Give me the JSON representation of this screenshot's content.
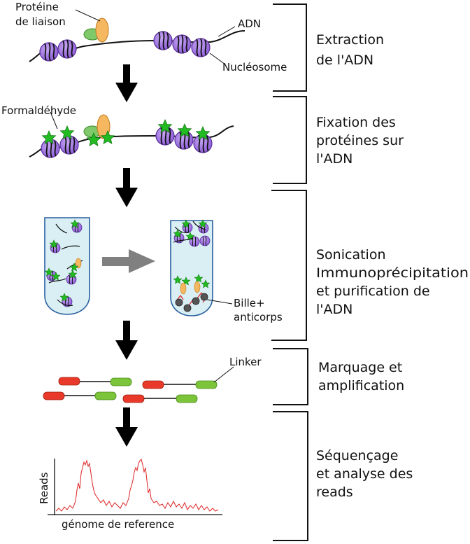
{
  "annotations": {
    "binding_protein": "Protéine de liaison",
    "binding_protein_line1": "Protéine",
    "binding_protein_line2": "de liaison",
    "dna": "ADN",
    "nucleosome": "Nucléosome",
    "formaldehyde": "Formaldéhyde",
    "bead_line1": "Bille+",
    "bead_line2": "anticorps",
    "linker": "Linker"
  },
  "steps": [
    {
      "lines": [
        "Extraction",
        "de l'ADN"
      ]
    },
    {
      "lines": [
        "Fixation des",
        "protéines sur",
        "l'ADN"
      ]
    },
    {
      "lines": [
        "Sonication",
        "Immunoprécipitation",
        "et purification de",
        "l'ADN"
      ]
    },
    {
      "lines": [
        "Marquage et",
        "amplification"
      ]
    },
    {
      "lines": [
        "Séquençage",
        "et analyse des",
        "reads"
      ]
    }
  ],
  "plot": {
    "ylabel": "Reads",
    "xlabel": "génome de reference"
  },
  "colors": {
    "nucleosome": "#9966dd",
    "binding_protein": "#f5b760",
    "green_protein": "#7fc96a",
    "formaldehyde_star": "#22bb22",
    "tube_fill": "#d9eff4",
    "tube_stroke": "#2a5fa0",
    "arrow_black": "#000000",
    "arrow_grey": "#808080",
    "linker_red": "#e8392a",
    "linker_green": "#7cc43a",
    "signal_red": "#dd2222"
  },
  "icons": [
    "arrow-down-icon",
    "arrow-right-icon",
    "star-icon"
  ]
}
